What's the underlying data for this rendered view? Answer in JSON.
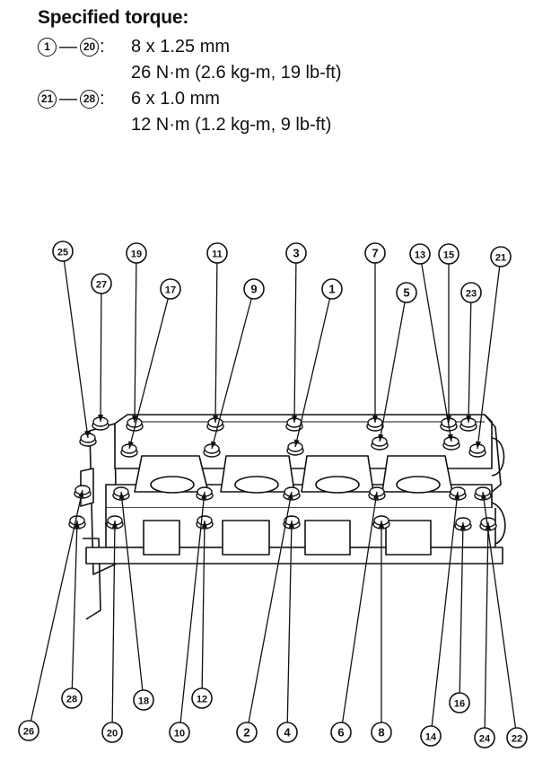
{
  "spec": {
    "title": "Specified torque:",
    "rows": [
      {
        "from": "1",
        "to": "20",
        "size": "8 x 1.25 mm",
        "torque": "26 N·m (2.6 kg-m, 19 lb-ft)"
      },
      {
        "from": "21",
        "to": "28",
        "size": "6 x 1.0 mm",
        "torque": "12 N·m (1.2 kg-m, 9 lb-ft)"
      }
    ]
  },
  "callouts": [
    "1",
    "2",
    "3",
    "4",
    "5",
    "6",
    "7",
    "8",
    "9",
    "10",
    "11",
    "12",
    "13",
    "14",
    "15",
    "16",
    "17",
    "18",
    "19",
    "20",
    "21",
    "22",
    "23",
    "24",
    "25",
    "26",
    "27",
    "28"
  ]
}
